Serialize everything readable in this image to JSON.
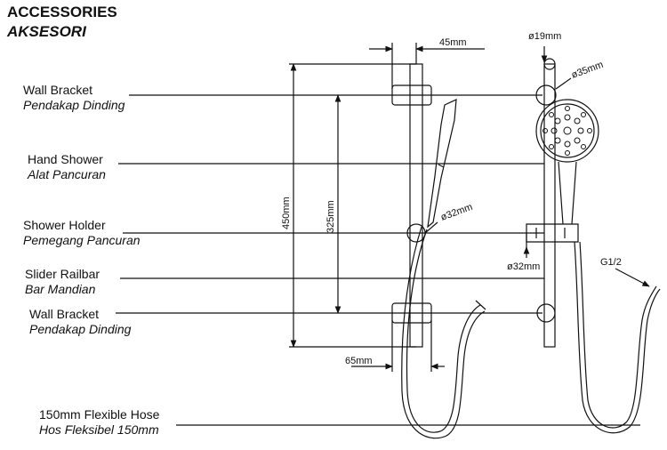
{
  "heading": {
    "title": "ACCESSORIES",
    "subtitle": "AKSESORI"
  },
  "labels": [
    {
      "en": "Wall Bracket",
      "my": "Pendakap Dinding"
    },
    {
      "en": "Hand Shower",
      "my": "Alat Pancuran"
    },
    {
      "en": "Shower Holder",
      "my": "Pemegang Pancuran"
    },
    {
      "en": "Slider Railbar",
      "my": "Bar Mandian"
    },
    {
      "en": "Wall Bracket",
      "my": "Pendakap Dinding"
    },
    {
      "en": "150mm Flexible Hose",
      "my": "Hos Fleksibel 150mm"
    }
  ],
  "dimensions": {
    "bracket_depth": "45mm",
    "bracket_spacing": "325mm",
    "overall_height": "450mm",
    "base_depth": "65mm",
    "holder_dia": "ø32mm",
    "rail_dia": "ø19mm",
    "bracket_dia": "ø35mm",
    "slider_dia": "ø32mm",
    "thread": "G1/2"
  }
}
